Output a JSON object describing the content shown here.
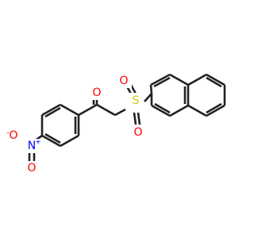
{
  "molecule": {
    "colors": {
      "bond": "#222222",
      "oxygen": "#ff0000",
      "sulfur": "#cccc00",
      "nitrogen": "#0000ff"
    },
    "atoms": {
      "ketone_oxygen": "O",
      "sulfonyl_oxygen_top": "O",
      "sulfonyl_oxygen_bottom": "O",
      "sulfur": "S",
      "nitro_nitrogen": "N",
      "nitro_nitrogen_charge": "+",
      "nitro_oxygen_left": "O",
      "nitro_oxygen_left_charge": "-",
      "nitro_oxygen_bottom": "O"
    }
  }
}
